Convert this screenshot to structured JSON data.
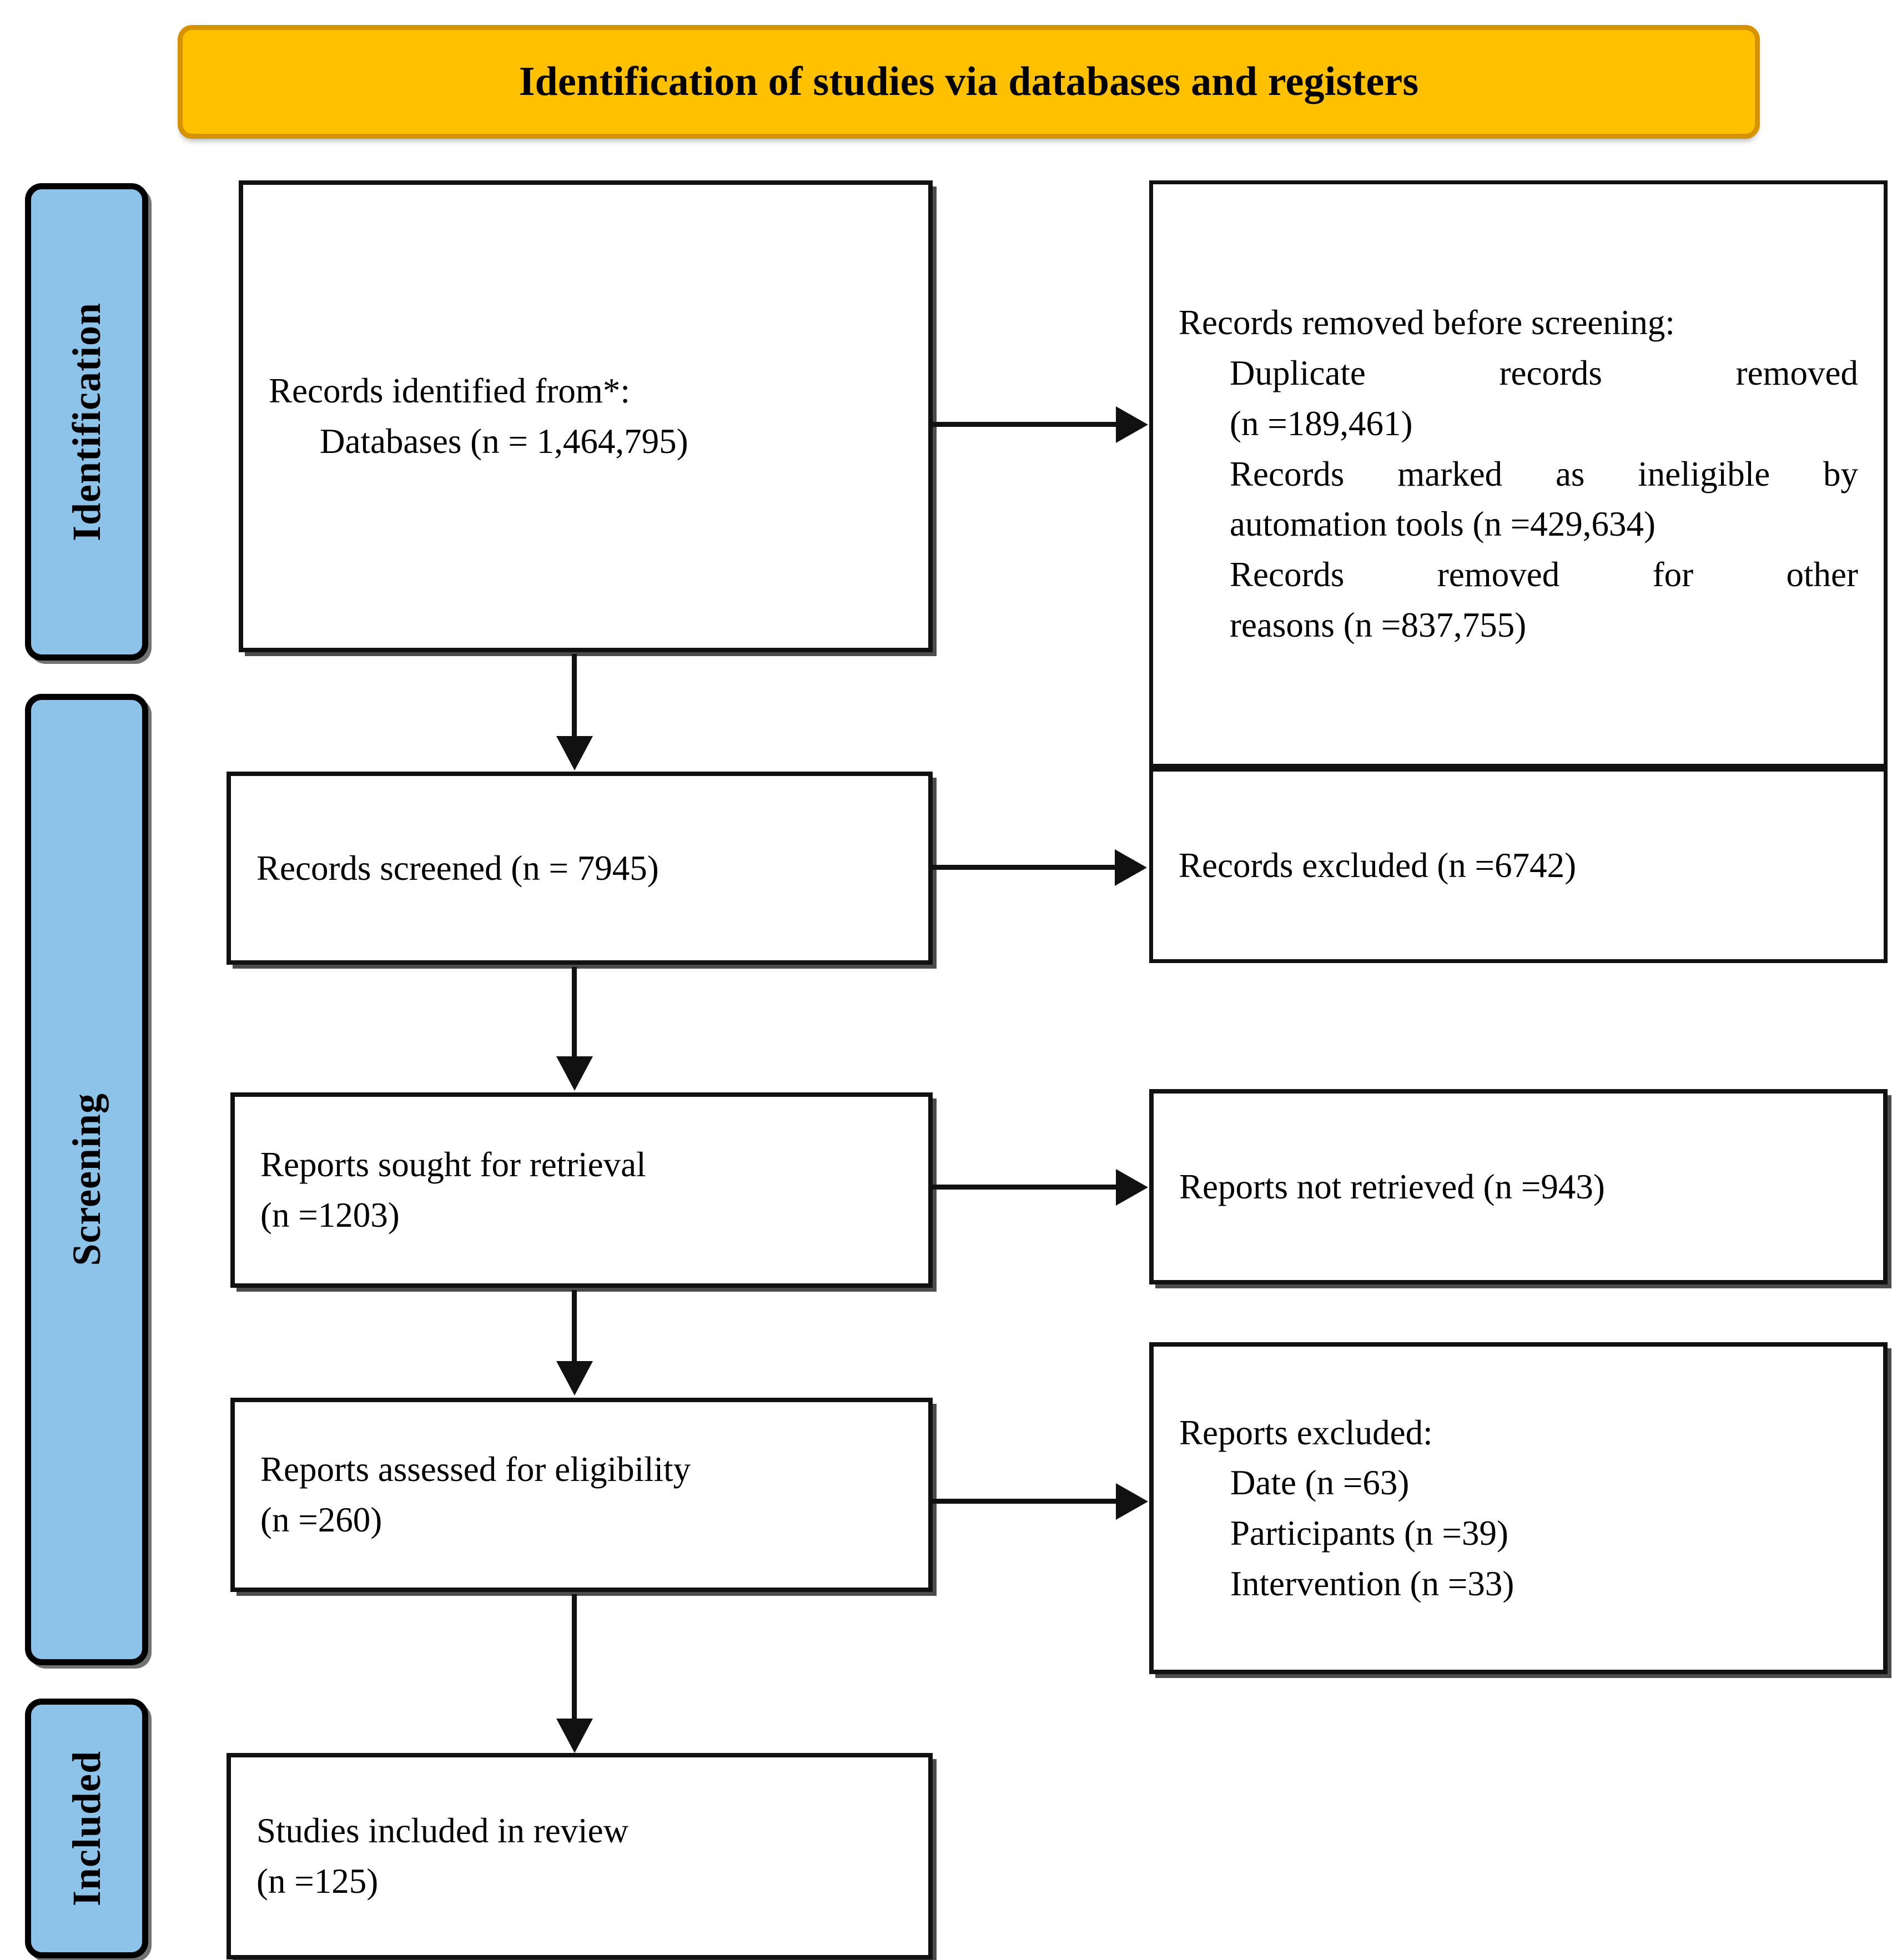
{
  "banner": {
    "title": "Identification of studies via databases and registers"
  },
  "stages": [
    {
      "id": "identification",
      "label": "Identification"
    },
    {
      "id": "screening",
      "label": "Screening"
    },
    {
      "id": "included",
      "label": "Included"
    }
  ],
  "boxes": {
    "identified": {
      "line1": "Records identified from*:",
      "line2": "Databases (n = 1,464,795)"
    },
    "removed": {
      "line1": "Records removed before screening:",
      "line2": "Duplicate records removed",
      "line3": "(n =189,461)",
      "line4": "Records marked as ineligible by",
      "line5": "automation tools (n =429,634)",
      "line6": "Records removed for other",
      "line7": "reasons (n =837,755)"
    },
    "screened": {
      "line1": "Records screened (n = 7945)"
    },
    "excluded_records": {
      "line1": "Records excluded (n =6742)"
    },
    "sought": {
      "line1": "Reports sought for retrieval",
      "line2": "(n =1203)"
    },
    "not_retrieved": {
      "line1": "Reports not retrieved (n =943)"
    },
    "assessed": {
      "line1": "Reports assessed for eligibility",
      "line2": "(n =260)"
    },
    "excluded_reports": {
      "line1": "Reports excluded:",
      "line2": "Date (n =63)",
      "line3": "Participants (n =39)",
      "line4": "Intervention (n =33)"
    },
    "included": {
      "line1": "Studies included in review",
      "line2": "(n =125)"
    }
  },
  "chart_data": {
    "type": "diagram",
    "title": "Identification of studies via databases and registers",
    "nodes": [
      {
        "stage": "Identification",
        "label": "Records identified from*: Databases",
        "n": 1464795
      },
      {
        "stage": "Identification",
        "label": "Duplicate records removed",
        "n": 189461
      },
      {
        "stage": "Identification",
        "label": "Records marked as ineligible by automation tools",
        "n": 429634
      },
      {
        "stage": "Identification",
        "label": "Records removed for other reasons",
        "n": 837755
      },
      {
        "stage": "Screening",
        "label": "Records screened",
        "n": 7945
      },
      {
        "stage": "Screening",
        "label": "Records excluded",
        "n": 6742
      },
      {
        "stage": "Screening",
        "label": "Reports sought for retrieval",
        "n": 1203
      },
      {
        "stage": "Screening",
        "label": "Reports not retrieved",
        "n": 943
      },
      {
        "stage": "Screening",
        "label": "Reports assessed for eligibility",
        "n": 260
      },
      {
        "stage": "Screening",
        "label": "Reports excluded: Date",
        "n": 63
      },
      {
        "stage": "Screening",
        "label": "Reports excluded: Participants",
        "n": 39
      },
      {
        "stage": "Screening",
        "label": "Reports excluded: Intervention",
        "n": 33
      },
      {
        "stage": "Included",
        "label": "Studies included in review",
        "n": 125
      }
    ],
    "colors": {
      "banner_fill": "#FFC000",
      "banner_border": "#D79200",
      "stage_fill": "#8DC3E8",
      "stroke": "#111111"
    }
  }
}
